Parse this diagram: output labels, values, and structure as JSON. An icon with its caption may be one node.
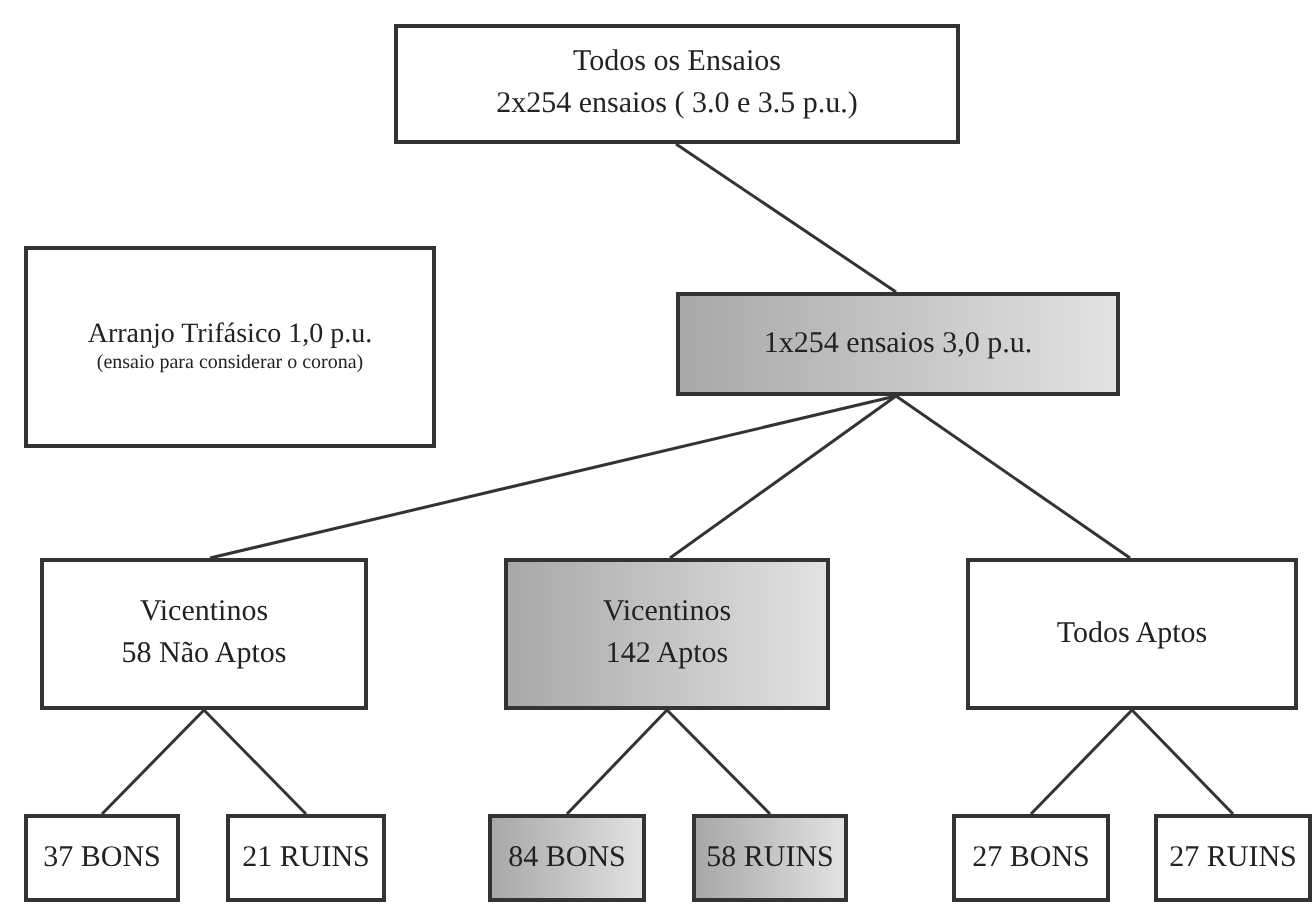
{
  "diagram": {
    "nodes": [
      {
        "text": [
          "Todos os Ensaios",
          "2x254 ensaios ( 3.0 e 3.5 p.u.)"
        ]
      },
      {
        "text": [
          "Arranjo Trifásico 1,0 p.u.",
          "(ensaio para considerar o corona)"
        ]
      },
      {
        "text": [
          "1x254 ensaios 3,0 p.u."
        ]
      },
      {
        "text": [
          "Vicentinos",
          "58 Não Aptos"
        ]
      },
      {
        "text": [
          "Vicentinos",
          "142 Aptos"
        ]
      },
      {
        "text": [
          "Todos Aptos"
        ]
      },
      {
        "text": [
          "37 BONS"
        ]
      },
      {
        "text": [
          "21 RUINS"
        ]
      },
      {
        "text": [
          "84 BONS"
        ]
      },
      {
        "text": [
          "58 RUINS"
        ]
      },
      {
        "text": [
          "27 BONS"
        ]
      },
      {
        "text": [
          "27 RUINS"
        ]
      }
    ],
    "edges": [
      {
        "from": 0,
        "to": 2,
        "arrow": "none"
      },
      {
        "from": 2,
        "to": 3,
        "arrow": "none"
      },
      {
        "from": 2,
        "to": 4,
        "arrow": "none"
      },
      {
        "from": 2,
        "to": 5,
        "arrow": "none"
      },
      {
        "from": 3,
        "to": 6,
        "arrow": "none"
      },
      {
        "from": 3,
        "to": 7,
        "arrow": "none"
      },
      {
        "from": 4,
        "to": 8,
        "arrow": "none"
      },
      {
        "from": 4,
        "to": 9,
        "arrow": "none"
      },
      {
        "from": 5,
        "to": 10,
        "arrow": "none"
      },
      {
        "from": 5,
        "to": 11,
        "arrow": "none"
      }
    ]
  }
}
